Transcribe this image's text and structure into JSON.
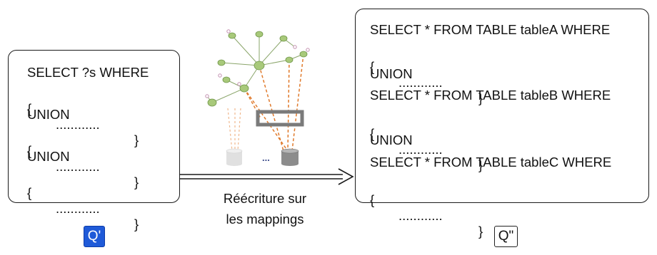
{
  "left_query": {
    "lines": [
      {
        "kind": "text",
        "text": "SELECT ?s WHERE"
      },
      {
        "kind": "block",
        "open": "{",
        "dots": "............",
        "close": "}"
      },
      {
        "kind": "text",
        "text": "UNION"
      },
      {
        "kind": "block",
        "open": "{",
        "dots": "............",
        "close": "}"
      },
      {
        "kind": "text",
        "text": "UNION"
      },
      {
        "kind": "block",
        "open": "{",
        "dots": "............",
        "close": "}"
      }
    ],
    "tag": "Q'"
  },
  "right_query": {
    "lines": [
      {
        "kind": "text",
        "text": "SELECT * FROM TABLE tableA WHERE"
      },
      {
        "kind": "block",
        "open": "{",
        "dots": "............",
        "close": "}"
      },
      {
        "kind": "text",
        "text": "UNION"
      },
      {
        "kind": "text",
        "text": "SELECT * FROM TABLE tableB WHERE"
      },
      {
        "kind": "block",
        "open": "{",
        "dots": "............",
        "close": "}"
      },
      {
        "kind": "text",
        "text": "UNION"
      },
      {
        "kind": "text",
        "text": "SELECT * FROM TABLE tableC WHERE"
      },
      {
        "kind": "block",
        "open": "{",
        "dots": "............",
        "close": "}"
      }
    ],
    "tag": "Q\""
  },
  "arrow": {
    "caption_line1": "Réécriture sur",
    "caption_line2": "les mappings"
  },
  "illustration": {
    "ellipsis": "...",
    "colors": {
      "node_fill": "#a8c97a",
      "node_stroke": "#6e9447",
      "small_node": "#c28fb0",
      "mapping_line": "#e07a2c",
      "faded_line": "#f0b88e",
      "db_dark": "#8c8c8c",
      "db_light": "#e0e0e0",
      "table_frame": "#7a7a7a"
    }
  },
  "colors": {
    "qprime_tag_bg": "#1f5ad8",
    "text": "#111111"
  }
}
